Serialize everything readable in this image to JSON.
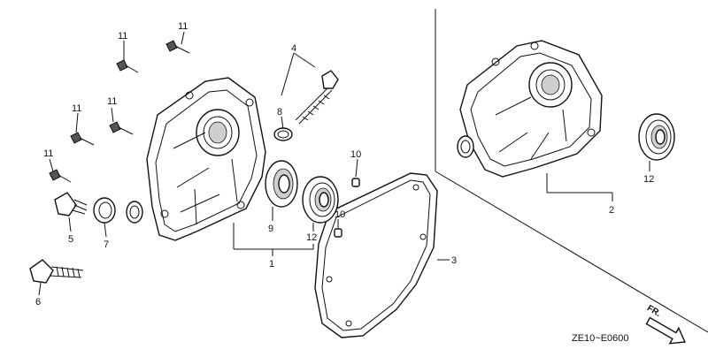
{
  "diagram_code": "ZE10~E0600",
  "direction_label": "FR.",
  "callouts": {
    "c1": "1",
    "c2": "2",
    "c3": "3",
    "c4": "4",
    "c5": "5",
    "c6": "6",
    "c7": "7",
    "c8": "8",
    "c9": "9",
    "c10a": "10",
    "c10b": "10",
    "c11a": "11",
    "c11b": "11",
    "c11c": "11",
    "c11d": "11",
    "c11e": "11",
    "c12a": "12",
    "c12b": "12"
  }
}
